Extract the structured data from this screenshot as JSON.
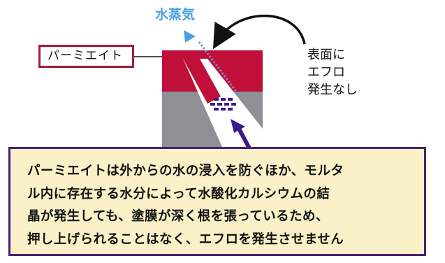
{
  "labels": {
    "vapor": "水蒸気",
    "material": "パーミエイト",
    "result_lines": [
      "表面に",
      "エフロ",
      "発生なし"
    ]
  },
  "caption": {
    "lines": [
      "パーミエイトは外からの水の浸入を防ぐほか、モルタ",
      "ル内に存在する水分によって水酸化カルシウムの結",
      "晶が発生しても、塗膜が深く根を張っているため、",
      "押し上げられることはなく、エフロを発生させません"
    ]
  },
  "colors": {
    "coating": "#c0103a",
    "concrete": "#8f8f96",
    "crystal": "#3b1a8c",
    "vapor": "#4aa3df",
    "caption_bg": "#fbf1c8",
    "caption_border": "#4b2070",
    "label_border": "#a51a3c"
  }
}
